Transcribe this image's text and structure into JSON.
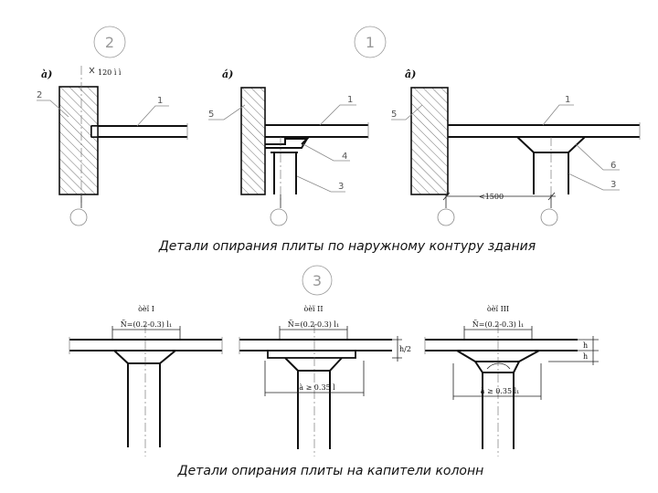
{
  "sections": {
    "top": {
      "bubble_left": "2",
      "bubble_right": "1",
      "caption": "Детали опирания плиты по наружному контуру здания",
      "detail_a": {
        "letter": "à)",
        "dimension": "120 ì ì",
        "callouts": [
          "2",
          "1"
        ]
      },
      "detail_b": {
        "letter": "á)",
        "callouts": [
          "5",
          "1",
          "4",
          "3"
        ]
      },
      "detail_c": {
        "letter": "â)",
        "span_label": "<1500",
        "callouts": [
          "5",
          "1",
          "6",
          "3"
        ]
      }
    },
    "bottom": {
      "bubble": "3",
      "caption": "Детали опирания плиты на капители колонн",
      "detail_1": {
        "type_label": "òèï I",
        "width_label": "Ñ=(0.2-0.3) l₁"
      },
      "detail_2": {
        "type_label": "òèï II",
        "width_label": "Ñ=(0.2-0.3) l₁",
        "inner_label": "à ≥ 0.35 l",
        "height_label": "h/2"
      },
      "detail_3": {
        "type_label": "òèï III",
        "width_label": "Ñ=(0.2-0.3) l₁",
        "inner_label": "à ≥ 0.35 l₁",
        "height_label_1": "h",
        "height_label_2": "h"
      }
    }
  },
  "colors": {
    "line": "#111111",
    "hatch": "#333333",
    "bubble": "#999999"
  }
}
